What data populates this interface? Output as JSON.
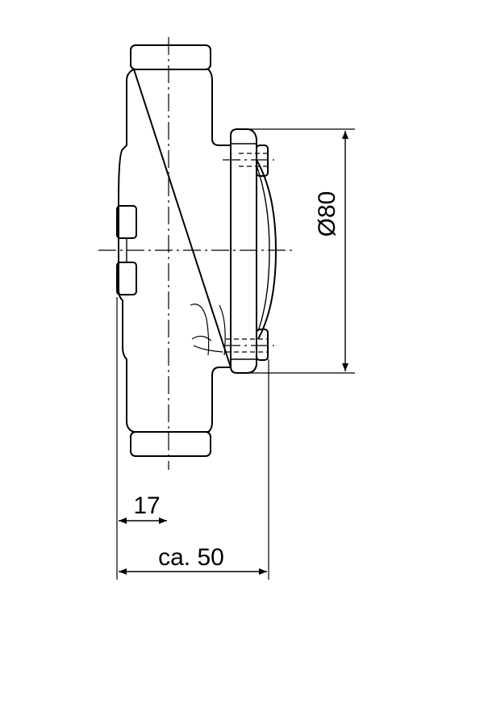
{
  "drawing": {
    "line_color": "#000000",
    "background": "#ffffff",
    "dimensions": {
      "diameter": "Ø80",
      "offset": "17",
      "overall": "ca. 50"
    }
  }
}
